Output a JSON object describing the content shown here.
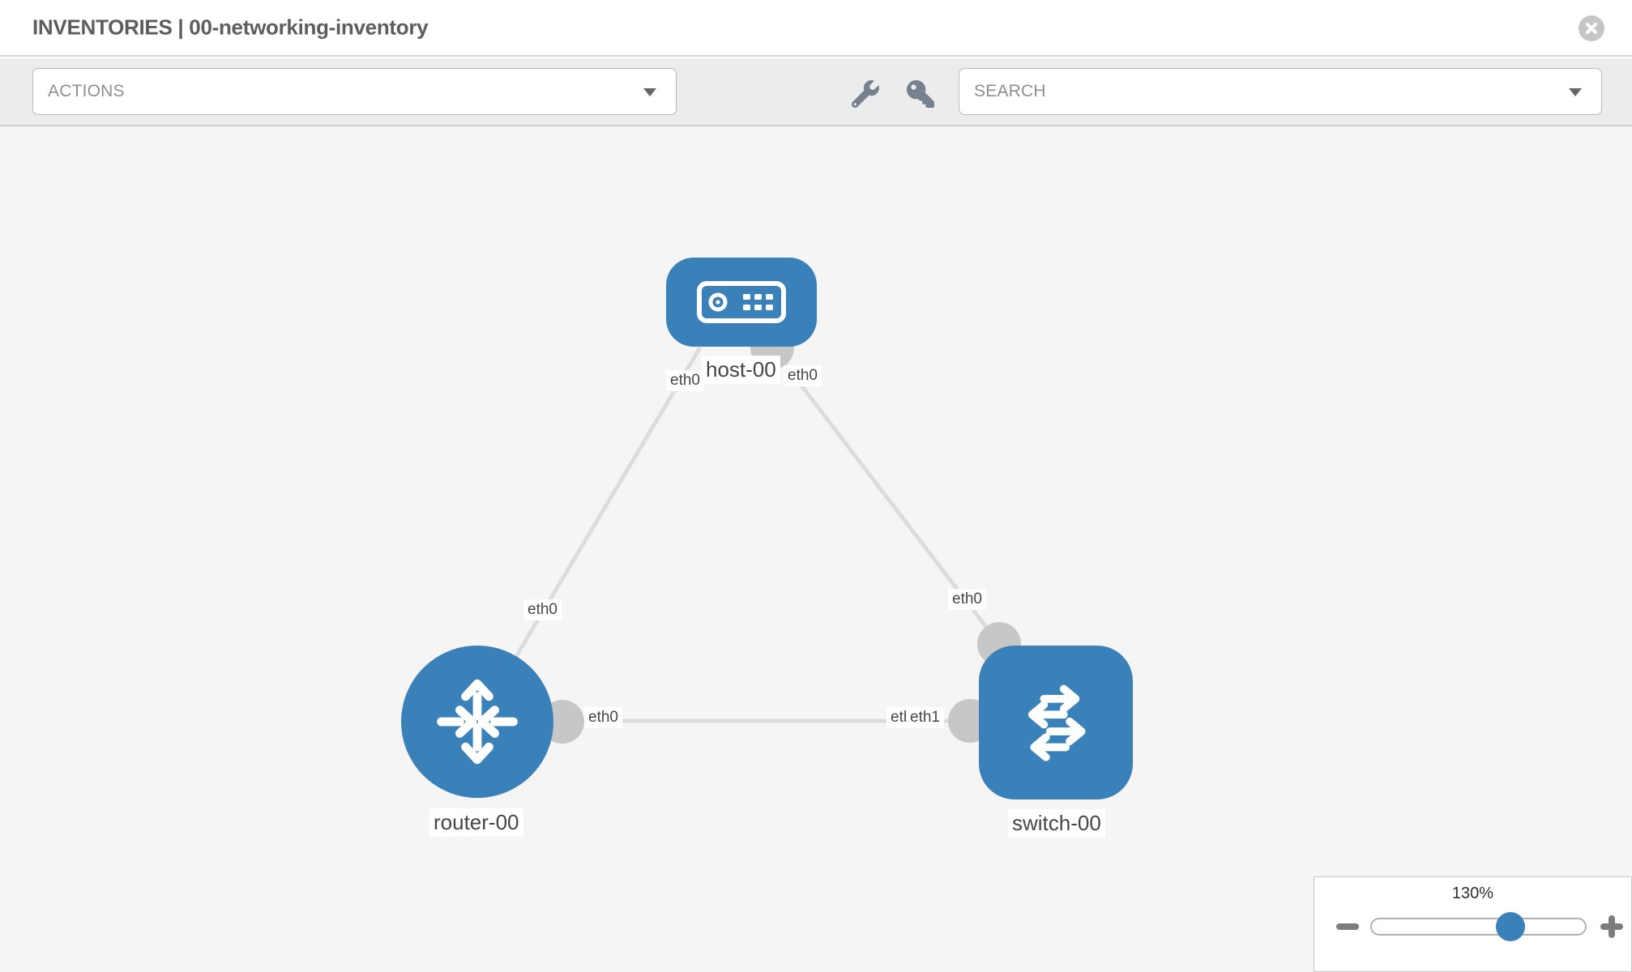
{
  "header": {
    "title": "INVENTORIES | 00-networking-inventory"
  },
  "toolbar": {
    "actions_label": "ACTIONS",
    "search_label": "SEARCH"
  },
  "icons": {
    "close": "close-circle-icon",
    "actions_caret": "caret-down-icon",
    "search_caret": "caret-down-icon",
    "wrench": "wrench-icon",
    "key": "key-icon",
    "host_node": "server-icon",
    "router_node": "router-arrows-icon",
    "switch_node": "switch-arrows-icon",
    "zoom_out": "minus-icon",
    "zoom_in": "plus-icon"
  },
  "colors": {
    "node_blue": "#3a80b9",
    "link_gray": "#dcdcdc",
    "port_gray": "#c7c7c7",
    "toolbar_icon_gray": "#75818e",
    "canvas_bg": "#f5f5f5"
  },
  "graph": {
    "nodes": [
      {
        "id": "host-00",
        "type": "host",
        "label": "host-00"
      },
      {
        "id": "router-00",
        "type": "router",
        "label": "router-00"
      },
      {
        "id": "switch-00",
        "type": "switch",
        "label": "switch-00"
      }
    ],
    "links": [
      {
        "source": "router-00",
        "target": "host-00",
        "source_iface": "eth0",
        "target_iface": "eth0"
      },
      {
        "source": "host-00",
        "target": "switch-00",
        "source_iface": "eth0",
        "target_iface": "eth0"
      },
      {
        "source": "router-00",
        "target": "switch-00",
        "source_iface": "eth0",
        "target_iface": "eth1",
        "overlapped_iface": "eth0"
      }
    ]
  },
  "zoom_control": {
    "level": "130%"
  }
}
